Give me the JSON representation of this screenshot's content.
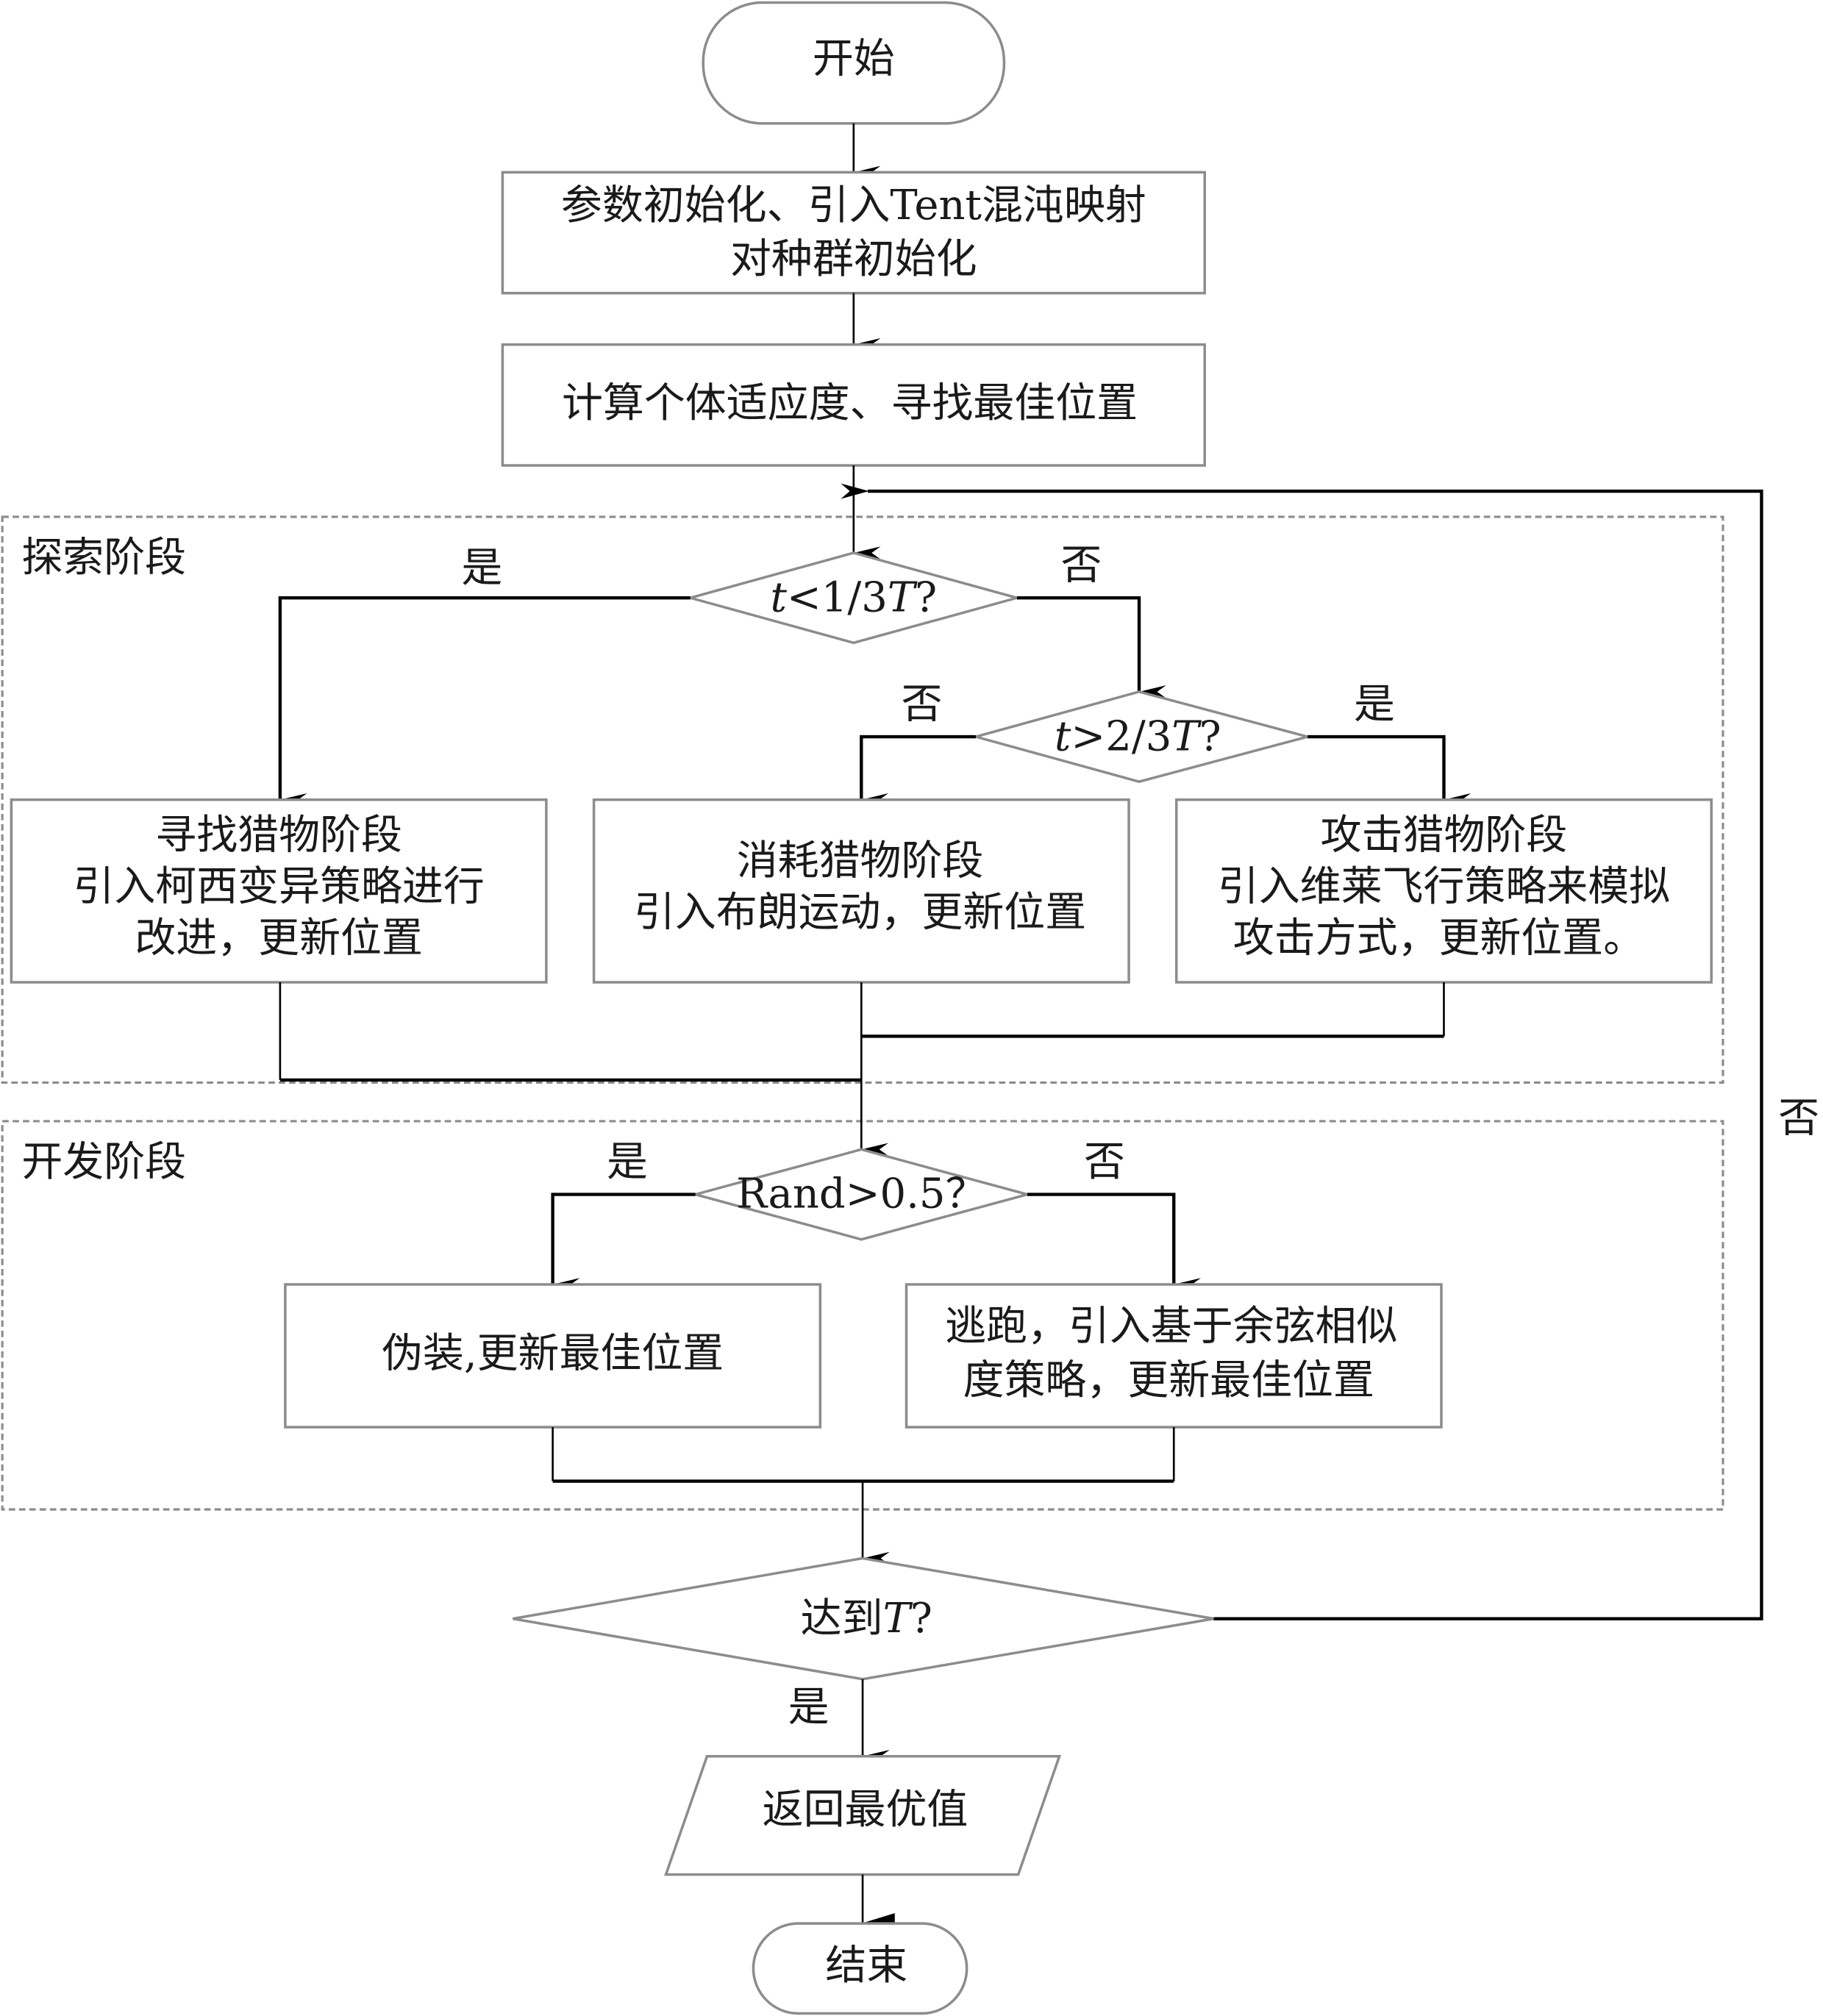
{
  "flowchart": {
    "start": "开始",
    "init": [
      "参数初始化、引入Tent混沌映射",
      "对种群初始化"
    ],
    "fitness": "计算个体适应度、寻找最佳位置",
    "explore_group": {
      "title": "探索阶段",
      "decision1": {
        "var": "t",
        "rest": "<1/3",
        "T": "T",
        "q": "?"
      },
      "decision1_yes": "是",
      "decision1_no": "否",
      "decision2": {
        "var": "t",
        "rest": ">2/3",
        "T": "T",
        "q": "?"
      },
      "decision2_no": "否",
      "decision2_yes": "是",
      "box_search": [
        "寻找猎物阶段",
        "引入柯西变异策略进行",
        "改进，更新位置"
      ],
      "box_consume": [
        "消耗猎物阶段",
        "引入布朗运动，更新位置"
      ],
      "box_attack": [
        "攻击猎物阶段",
        "引入维莱飞行策略来模拟",
        "攻击方式，更新位置。"
      ]
    },
    "exploit_group": {
      "title": "开发阶段",
      "decision": "Rand>0.5？",
      "yes": "是",
      "no": "否",
      "box_disguise": "伪装,更新最佳位置",
      "box_escape": [
        "逃跑，引入基于余弦相似",
        "度策略，更新最佳位置"
      ]
    },
    "termination": {
      "prefix": "达到",
      "T": "T",
      "q": "?"
    },
    "termination_yes": "是",
    "termination_no": "否",
    "output": "返回最优值",
    "end": "结束"
  }
}
